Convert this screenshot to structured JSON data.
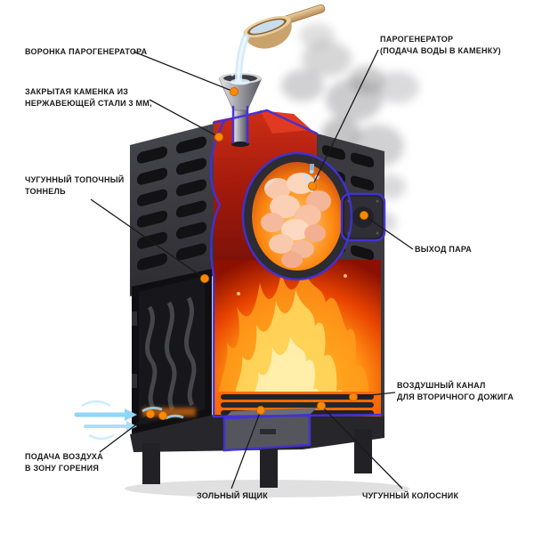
{
  "diagram": {
    "labels": {
      "funnel": "ВОРОНКА ПАРОГЕНЕРАТОРА",
      "steam_generator": "ПАРОГЕНЕРАТОР\n(ПОДАЧА ВОДЫ В КАМЕНКУ)",
      "kamenka": "ЗАКРЫТАЯ КАМЕНКА ИЗ\nНЕРЖАВЕЮЩЕЙ СТАЛИ 3 мм,",
      "fire_tunnel": "ЧУГУННЫЙ ТОПОЧНЫЙ\nТОННЕЛЬ",
      "steam_exit": "ВЫХОД ПАРА",
      "air_channel": "ВОЗДУШНЫЙ КАНАЛ\nДЛЯ ВТОРИЧНОГО ДОЖИГА",
      "air_supply": "ПОДАЧА ВОЗДУХА\nВ ЗОНУ ГОРЕНИЯ",
      "ash_box": "ЗОЛЬНЫЙ ЯЩИК",
      "grate": "ЧУГУННЫЙ КОЛОСНИК"
    },
    "colors": {
      "callout_dot": "#ff8a00",
      "leader_line": "#1a1a1a",
      "cut_outline": "#4331d8",
      "fire_core": "#fff1a8",
      "fire_mid": "#ff8c12",
      "fire_deep": "#8c1000",
      "steel_body": "#3c3c42",
      "water": "#cfe9fb",
      "background": "#ffffff"
    }
  }
}
